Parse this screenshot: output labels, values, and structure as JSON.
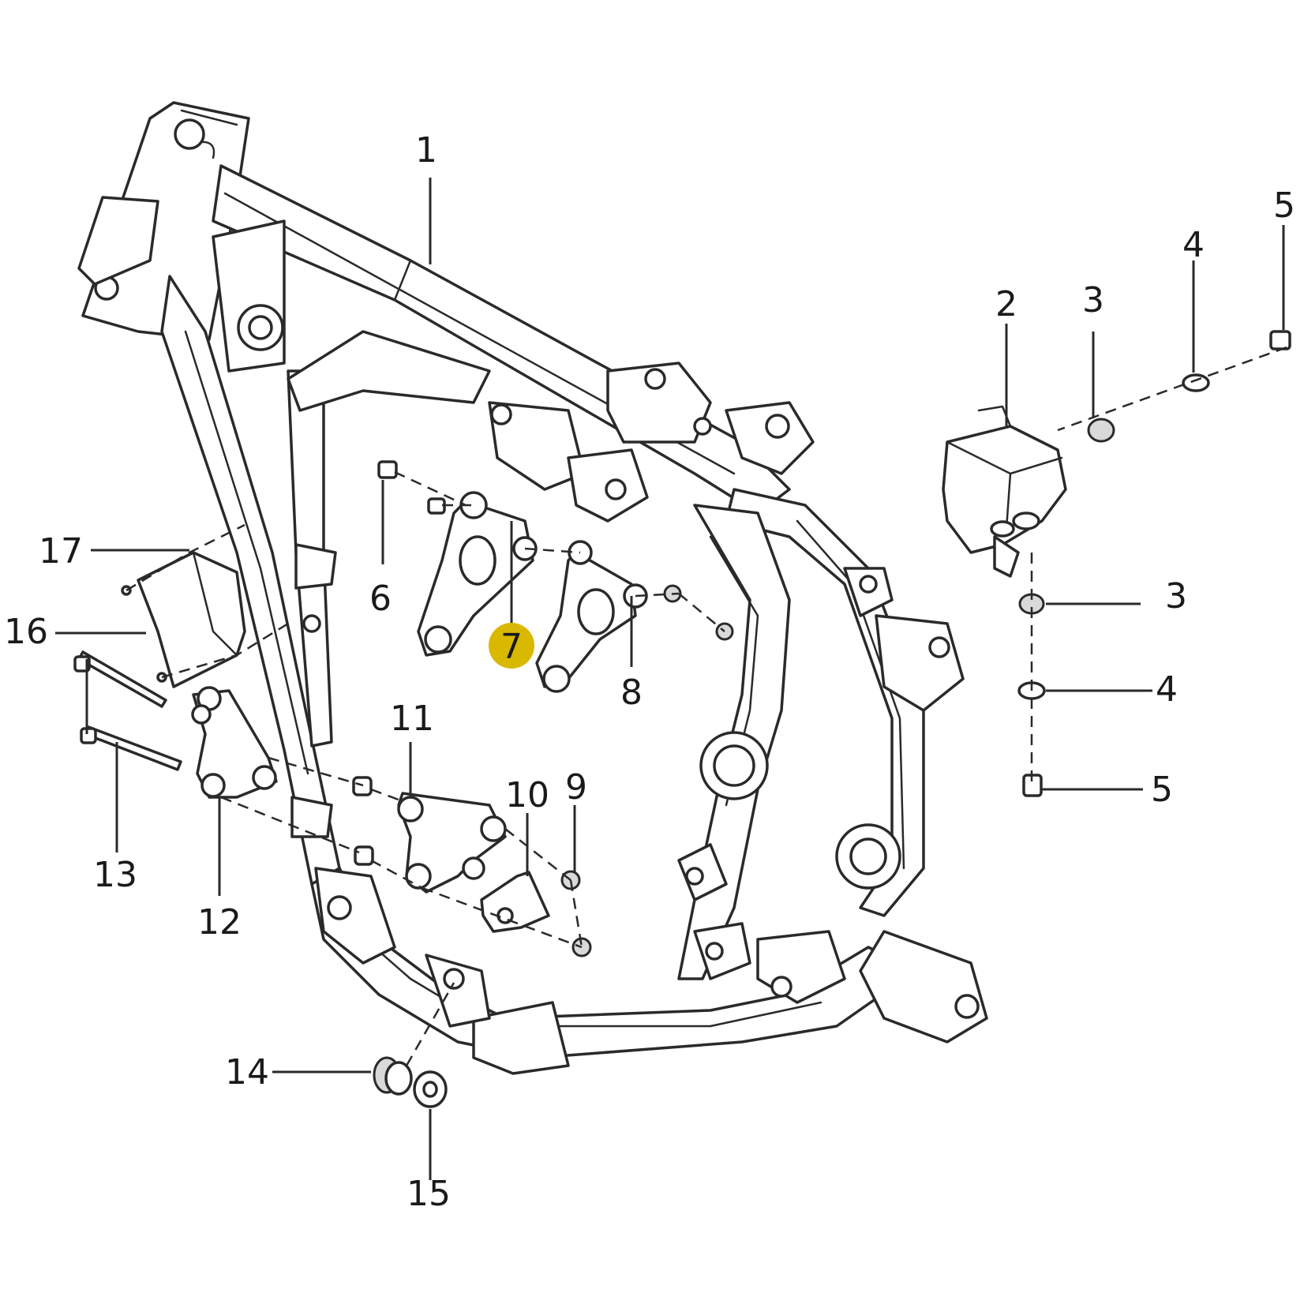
{
  "diagram": {
    "callouts": [
      {
        "id": "c1",
        "text": "1"
      },
      {
        "id": "c2",
        "text": "2"
      },
      {
        "id": "c3a",
        "text": "3"
      },
      {
        "id": "c3b",
        "text": "3"
      },
      {
        "id": "c4a",
        "text": "4"
      },
      {
        "id": "c4b",
        "text": "4"
      },
      {
        "id": "c5a",
        "text": "5"
      },
      {
        "id": "c5b",
        "text": "5"
      },
      {
        "id": "c6",
        "text": "6"
      },
      {
        "id": "c7",
        "text": "7",
        "highlighted": true
      },
      {
        "id": "c8",
        "text": "8"
      },
      {
        "id": "c9",
        "text": "9"
      },
      {
        "id": "c10",
        "text": "10"
      },
      {
        "id": "c11",
        "text": "11"
      },
      {
        "id": "c12",
        "text": "12"
      },
      {
        "id": "c13",
        "text": "13"
      },
      {
        "id": "c14",
        "text": "14"
      },
      {
        "id": "c15",
        "text": "15"
      },
      {
        "id": "c16",
        "text": "16"
      },
      {
        "id": "c17",
        "text": "17"
      }
    ],
    "colors": {
      "line": "#2a2a2a",
      "highlight": "#d9b800",
      "background": "#ffffff"
    }
  }
}
